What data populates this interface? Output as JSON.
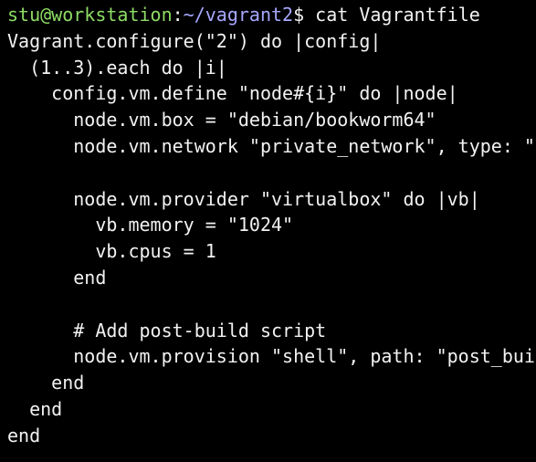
{
  "colors": {
    "background": "#000000",
    "text": "#f2f2f2",
    "prompt_user": "#8ddc64",
    "prompt_path": "#a7a7ff"
  },
  "prompt": {
    "user_host": "stu@workstation",
    "separator": ":",
    "path": "~/vagrant2",
    "symbol": "$",
    "command": " cat Vagrantfile"
  },
  "output_lines": [
    "Vagrant.configure(\"2\") do |config|",
    "  (1..3).each do |i|",
    "    config.vm.define \"node#{i}\" do |node|",
    "      node.vm.box = \"debian/bookworm64\"",
    "      node.vm.network \"private_network\", type: \"",
    "",
    "      node.vm.provider \"virtualbox\" do |vb|",
    "        vb.memory = \"1024\"",
    "        vb.cpus = 1",
    "      end",
    "",
    "      # Add post-build script",
    "      node.vm.provision \"shell\", path: \"post_bui",
    "    end",
    "  end",
    "end"
  ]
}
